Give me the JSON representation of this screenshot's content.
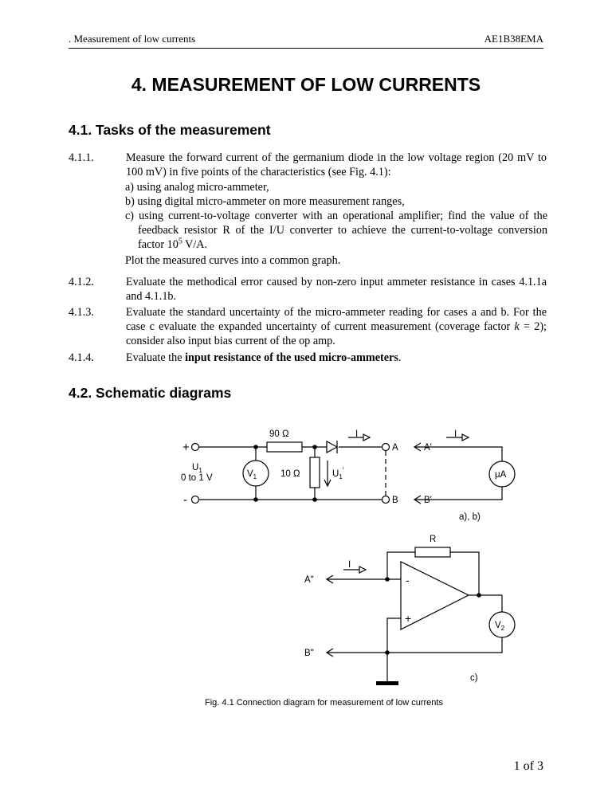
{
  "header": {
    "left": ". Measurement of low currents",
    "right": "AE1B38EMA"
  },
  "title": "4. MEASUREMENT OF LOW CURRENTS",
  "section_tasks": {
    "heading": "4.1. Tasks of the measurement",
    "t1": {
      "num": "4.1.1.",
      "text": "Measure the forward current of the germanium diode in the low voltage region (20 mV to 100 mV) in five points of the characteristics (see Fig. 4.1):",
      "a": "a) using analog micro-ammeter,",
      "b": "b) using digital micro-ammeter on more measurement ranges,",
      "c_pre": "c) using current-to-voltage converter with an operational amplifier; find the value of the feedback resistor R of the I/U converter to achieve the current-to-voltage conversion factor 10",
      "c_exp": "5",
      "c_post": " V/A.",
      "plot": "Plot the measured curves into a common graph."
    },
    "t2": {
      "num": "4.1.2.",
      "text": "Evaluate the methodical error caused by non-zero input ammeter resistance in cases 4.1.1a and 4.1.1b."
    },
    "t3": {
      "num": "4.1.3.",
      "text_pre": "Evaluate the standard uncertainty of the micro-ammeter reading for cases a and b. For the case c evaluate the expanded uncertainty of current measurement (coverage factor ",
      "k": "k",
      "text_post": " = 2); consider also input bias current of the op amp."
    },
    "t4": {
      "num": "4.1.4.",
      "text_pre": "Evaluate the ",
      "bold": "input resistance of the used micro-ammeters",
      "text_post": "."
    }
  },
  "section_schematic": {
    "heading": "4.2. Schematic diagrams"
  },
  "figure": {
    "plus": "+",
    "minus": "-",
    "u1": "U",
    "u1_sub": "1",
    "range": "0 to 1 V",
    "v1": "V",
    "v1_sub": "1",
    "r90": "90 Ω",
    "r10": "10 Ω",
    "u1p": "U",
    "u1p_sub": "1",
    "u1p_mark": "'",
    "i": "I",
    "a": "A",
    "b": "B",
    "ap": "A'",
    "bp": "B'",
    "ua": "μA",
    "label_ab": "a), b)",
    "r": "R",
    "app": "A\"",
    "bpp": "B\"",
    "opamp_minus": "-",
    "opamp_plus": "+",
    "v2": "V",
    "v2_sub": "2",
    "label_c": "c)",
    "caption": "Fig. 4.1 Connection diagram for measurement of low currents"
  },
  "footer": "1 of 3"
}
